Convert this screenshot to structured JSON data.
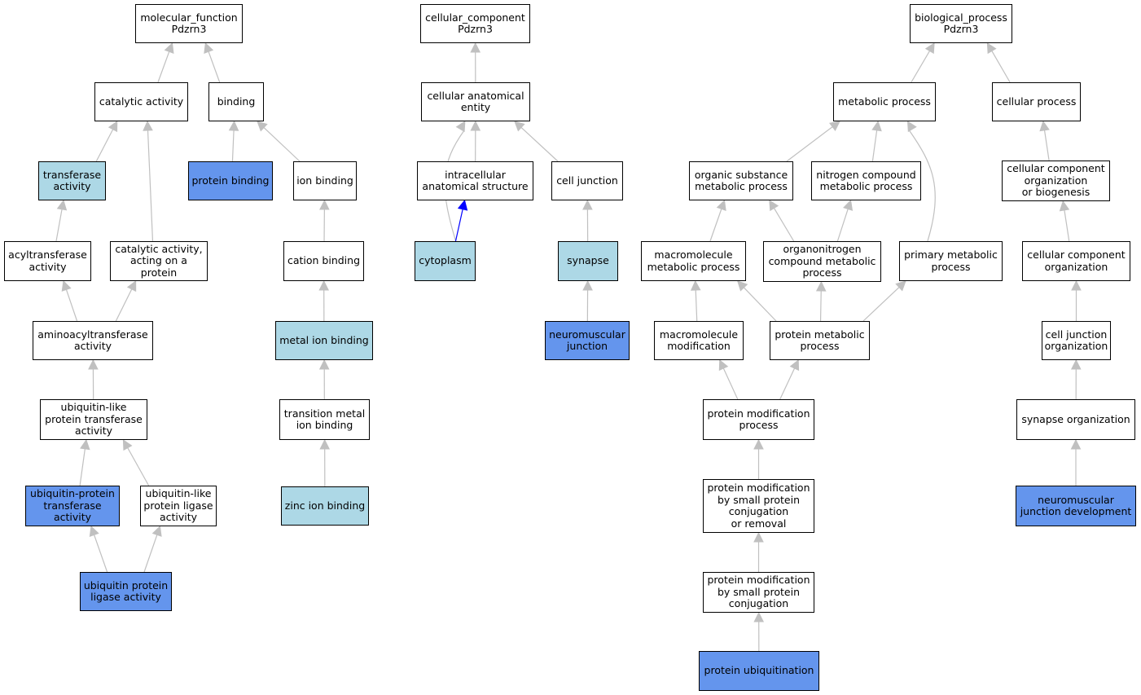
{
  "colors": {
    "plain": "#ffffff",
    "light": "#add8e6",
    "annotated": "#6495ed",
    "edge": "#c0c0c0",
    "highlight_edge": "#0000ff"
  },
  "nodes": {
    "mf_root": {
      "text": "molecular_function\nPdzrn3",
      "fill": "plain"
    },
    "catalytic": {
      "text": "catalytic activity",
      "fill": "plain"
    },
    "binding": {
      "text": "binding",
      "fill": "plain"
    },
    "transferase": {
      "text": "transferase\nactivity",
      "fill": "light"
    },
    "protein_binding": {
      "text": "protein binding",
      "fill": "annotated"
    },
    "ion_binding": {
      "text": "ion binding",
      "fill": "plain"
    },
    "acyltransferase": {
      "text": "acyltransferase\nactivity",
      "fill": "plain"
    },
    "cat_protein": {
      "text": "catalytic activity,\nacting on a\nprotein",
      "fill": "plain"
    },
    "cation_binding": {
      "text": "cation binding",
      "fill": "plain"
    },
    "aminoacyl": {
      "text": "aminoacyltransferase\nactivity",
      "fill": "plain"
    },
    "metal_ion": {
      "text": "metal ion binding",
      "fill": "light"
    },
    "ubl_transferase": {
      "text": "ubiquitin-like\nprotein transferase\nactivity",
      "fill": "plain"
    },
    "transition_metal": {
      "text": "transition metal\nion binding",
      "fill": "plain"
    },
    "ub_transferase": {
      "text": "ubiquitin-protein\ntransferase\nactivity",
      "fill": "annotated"
    },
    "ubl_ligase": {
      "text": "ubiquitin-like\nprotein ligase\nactivity",
      "fill": "plain"
    },
    "zinc": {
      "text": "zinc ion binding",
      "fill": "light"
    },
    "ub_ligase": {
      "text": "ubiquitin protein\nligase activity",
      "fill": "annotated"
    },
    "cc_root": {
      "text": "cellular_component\nPdzrn3",
      "fill": "plain"
    },
    "anat_entity": {
      "text": "cellular anatomical\nentity",
      "fill": "plain"
    },
    "intracellular": {
      "text": "intracellular\nanatomical structure",
      "fill": "plain"
    },
    "cell_junction": {
      "text": "cell junction",
      "fill": "plain"
    },
    "cytoplasm": {
      "text": "cytoplasm",
      "fill": "light"
    },
    "synapse": {
      "text": "synapse",
      "fill": "light"
    },
    "nmj": {
      "text": "neuromuscular\njunction",
      "fill": "annotated"
    },
    "bp_root": {
      "text": "biological_process\nPdzrn3",
      "fill": "plain"
    },
    "metabolic": {
      "text": "metabolic process",
      "fill": "plain"
    },
    "cellular_process": {
      "text": "cellular process",
      "fill": "plain"
    },
    "organic_sub": {
      "text": "organic substance\nmetabolic process",
      "fill": "plain"
    },
    "nitrogen": {
      "text": "nitrogen compound\nmetabolic process",
      "fill": "plain"
    },
    "ccob": {
      "text": "cellular component\norganization\nor biogenesis",
      "fill": "plain"
    },
    "macromol_met": {
      "text": "macromolecule\nmetabolic process",
      "fill": "plain"
    },
    "organonitrogen": {
      "text": "organonitrogen\ncompound metabolic\nprocess",
      "fill": "plain"
    },
    "primary": {
      "text": "primary metabolic\nprocess",
      "fill": "plain"
    },
    "cco": {
      "text": "cellular component\norganization",
      "fill": "plain"
    },
    "macromol_mod": {
      "text": "macromolecule\nmodification",
      "fill": "plain"
    },
    "protein_met": {
      "text": "protein metabolic\nprocess",
      "fill": "plain"
    },
    "cjo": {
      "text": "cell junction\norganization",
      "fill": "plain"
    },
    "prot_mod": {
      "text": "protein modification\nprocess",
      "fill": "plain"
    },
    "synapse_org": {
      "text": "synapse organization",
      "fill": "plain"
    },
    "pmsp_cr": {
      "text": "protein modification\nby small protein\nconjugation\nor removal",
      "fill": "plain"
    },
    "nmj_dev": {
      "text": "neuromuscular\njunction development",
      "fill": "annotated"
    },
    "pmsp_c": {
      "text": "protein modification\nby small protein\nconjugation",
      "fill": "plain"
    },
    "ubiquitination": {
      "text": "protein ubiquitination",
      "fill": "annotated"
    }
  },
  "edges": [
    {
      "from": "catalytic",
      "to": "mf_root"
    },
    {
      "from": "binding",
      "to": "mf_root"
    },
    {
      "from": "transferase",
      "to": "catalytic"
    },
    {
      "from": "cat_protein",
      "to": "catalytic"
    },
    {
      "from": "protein_binding",
      "to": "binding"
    },
    {
      "from": "ion_binding",
      "to": "binding"
    },
    {
      "from": "acyltransferase",
      "to": "transferase"
    },
    {
      "from": "aminoacyl",
      "to": "acyltransferase"
    },
    {
      "from": "aminoacyl",
      "to": "cat_protein"
    },
    {
      "from": "ubl_transferase",
      "to": "aminoacyl"
    },
    {
      "from": "ub_transferase",
      "to": "ubl_transferase"
    },
    {
      "from": "ubl_ligase",
      "to": "ubl_transferase"
    },
    {
      "from": "ub_ligase",
      "to": "ub_transferase"
    },
    {
      "from": "ub_ligase",
      "to": "ubl_ligase"
    },
    {
      "from": "cation_binding",
      "to": "ion_binding"
    },
    {
      "from": "metal_ion",
      "to": "cation_binding"
    },
    {
      "from": "transition_metal",
      "to": "metal_ion"
    },
    {
      "from": "zinc",
      "to": "transition_metal"
    },
    {
      "from": "anat_entity",
      "to": "cc_root"
    },
    {
      "from": "intracellular",
      "to": "anat_entity"
    },
    {
      "from": "cell_junction",
      "to": "anat_entity"
    },
    {
      "from": "cytoplasm",
      "to": "anat_entity",
      "curve": true
    },
    {
      "from": "cytoplasm",
      "to": "intracellular",
      "highlight": true
    },
    {
      "from": "synapse",
      "to": "cell_junction"
    },
    {
      "from": "nmj",
      "to": "synapse"
    },
    {
      "from": "metabolic",
      "to": "bp_root"
    },
    {
      "from": "cellular_process",
      "to": "bp_root"
    },
    {
      "from": "organic_sub",
      "to": "metabolic"
    },
    {
      "from": "nitrogen",
      "to": "metabolic"
    },
    {
      "from": "primary",
      "to": "metabolic",
      "curve": true
    },
    {
      "from": "ccob",
      "to": "cellular_process"
    },
    {
      "from": "macromol_met",
      "to": "organic_sub"
    },
    {
      "from": "organonitrogen",
      "to": "organic_sub"
    },
    {
      "from": "organonitrogen",
      "to": "nitrogen"
    },
    {
      "from": "macromol_mod",
      "to": "macromol_met"
    },
    {
      "from": "protein_met",
      "to": "macromol_met"
    },
    {
      "from": "protein_met",
      "to": "organonitrogen"
    },
    {
      "from": "protein_met",
      "to": "primary"
    },
    {
      "from": "prot_mod",
      "to": "macromol_mod"
    },
    {
      "from": "prot_mod",
      "to": "protein_met"
    },
    {
      "from": "pmsp_cr",
      "to": "prot_mod"
    },
    {
      "from": "pmsp_c",
      "to": "pmsp_cr"
    },
    {
      "from": "ubiquitination",
      "to": "pmsp_c"
    },
    {
      "from": "cco",
      "to": "ccob"
    },
    {
      "from": "cjo",
      "to": "cco"
    },
    {
      "from": "synapse_org",
      "to": "cjo"
    },
    {
      "from": "nmj_dev",
      "to": "synapse_org"
    }
  ]
}
